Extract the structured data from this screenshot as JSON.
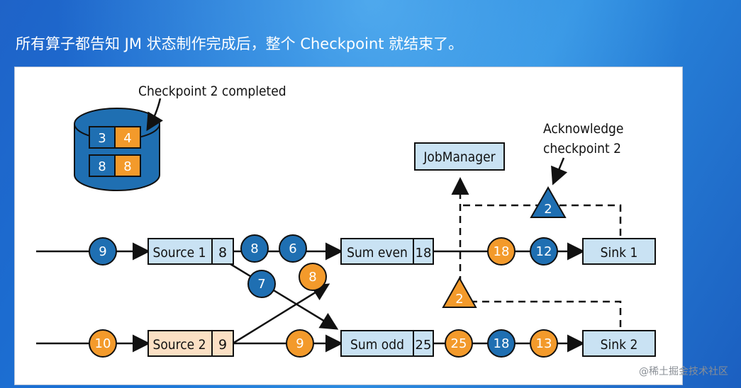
{
  "slide": {
    "caption": "所有算子都告知 JM 状态制作完成后，整个 Checkpoint 就结束了。"
  },
  "diagram": {
    "storage_label": "Checkpoint 2 completed",
    "storage_cells": [
      "3",
      "4",
      "8",
      "8"
    ],
    "jobmanager": "JobManager",
    "ack_label_line1": "Acknowledge",
    "ack_label_line2": "checkpoint 2",
    "barrier_top": "2",
    "barrier_bottom": "2",
    "source1": {
      "name": "Source 1",
      "value": "8"
    },
    "source2": {
      "name": "Source 2",
      "value": "9"
    },
    "sum_even": {
      "name": "Sum even",
      "value": "18"
    },
    "sum_odd": {
      "name": "Sum odd",
      "value": "25"
    },
    "sink1": "Sink 1",
    "sink2": "Sink 2",
    "records": {
      "in1": "9",
      "in2": "10",
      "s1_a": "8",
      "s1_b": "6",
      "cross1": "7",
      "cross2": "8",
      "s2_a": "9",
      "even_a": "18",
      "even_b": "12",
      "odd_a": "25",
      "odd_b": "18",
      "odd_c": "13"
    }
  },
  "watermark": "@稀土掘金技术社区",
  "colors": {
    "blue": "#1f6fb2",
    "orange": "#f39a2b",
    "box": "#c9e2f3",
    "source2_box": "#fbe0c4"
  }
}
